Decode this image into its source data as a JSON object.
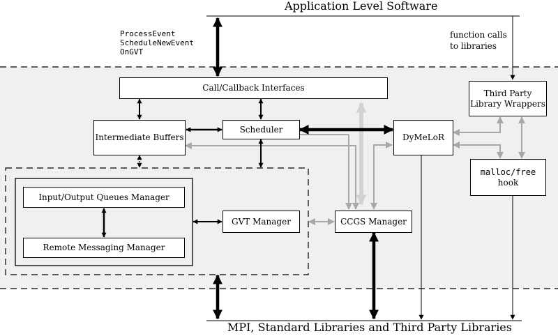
{
  "labels": {
    "top_title": "Application Level Software",
    "bottom_title": "MPI, Standard Libraries and Third Party Libraries",
    "function_calls_line1": "function calls",
    "function_calls_line2": "to libraries",
    "api_calls": [
      "ProcessEvent",
      "ScheduleNewEvent",
      "OnGVT"
    ]
  },
  "boxes": {
    "call_callback": "Call/Callback Interfaces",
    "intermediate_buffers": "Intermediate Buffers",
    "scheduler": "Scheduler",
    "dymelor": "DyMeLoR",
    "third_party_line1": "Third Party",
    "third_party_line2": "Library Wrappers",
    "malloc_line1": "malloc/free",
    "malloc_line2": "hook",
    "io_queues": "Input/Output Queues Manager",
    "remote_messaging": "Remote Messaging Manager",
    "gvt_manager": "GVT Manager",
    "ccgs_manager": "CCGS Manager"
  }
}
